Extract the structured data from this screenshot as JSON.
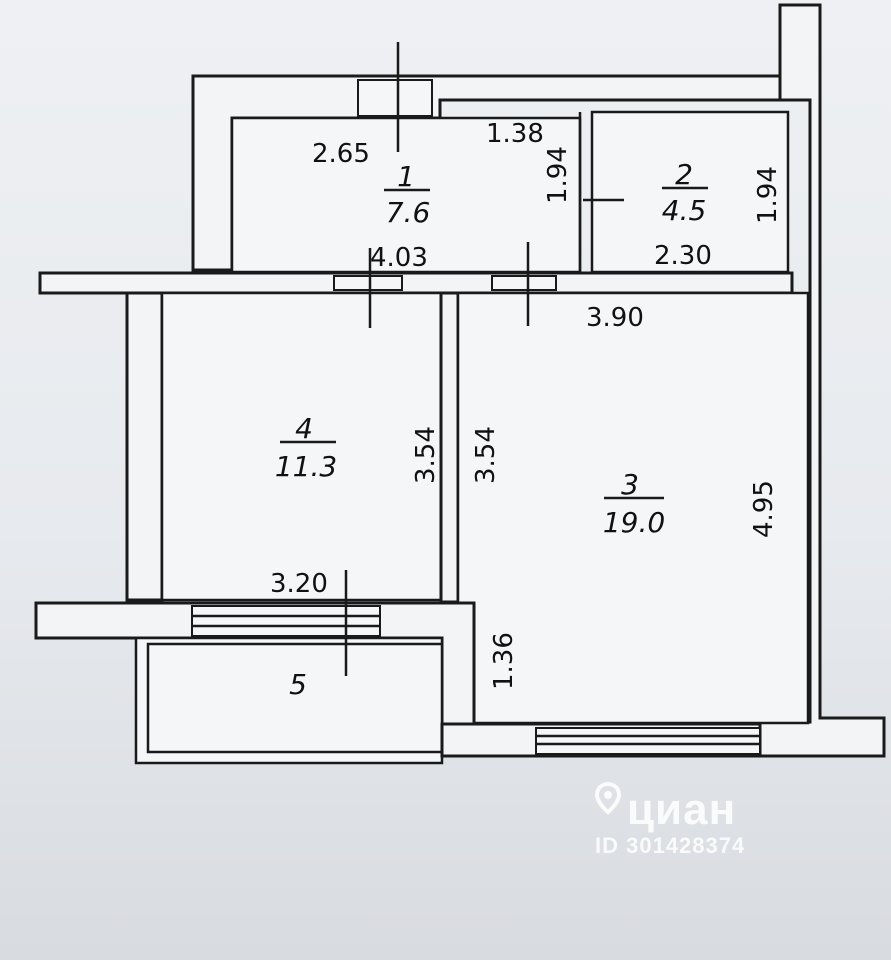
{
  "floor_plan": {
    "rooms": [
      {
        "number": "1",
        "area": "7.6"
      },
      {
        "number": "2",
        "area": "4.5"
      },
      {
        "number": "3",
        "area": "19.0"
      },
      {
        "number": "4",
        "area": "11.3"
      },
      {
        "number": "5",
        "area": ""
      }
    ],
    "dimensions": {
      "d265": "2.65",
      "d138": "1.38",
      "d194a": "1.94",
      "d194b": "1.94",
      "d403": "4.03",
      "d230": "2.30",
      "d390": "3.90",
      "d354a": "3.54",
      "d354b": "3.54",
      "d495": "4.95",
      "d320": "3.20",
      "d136": "1.36"
    }
  },
  "watermark": {
    "logo": "циан",
    "id_text": "ID 301428374",
    "icon": "map-pin-icon",
    "color": "#ffffff"
  }
}
